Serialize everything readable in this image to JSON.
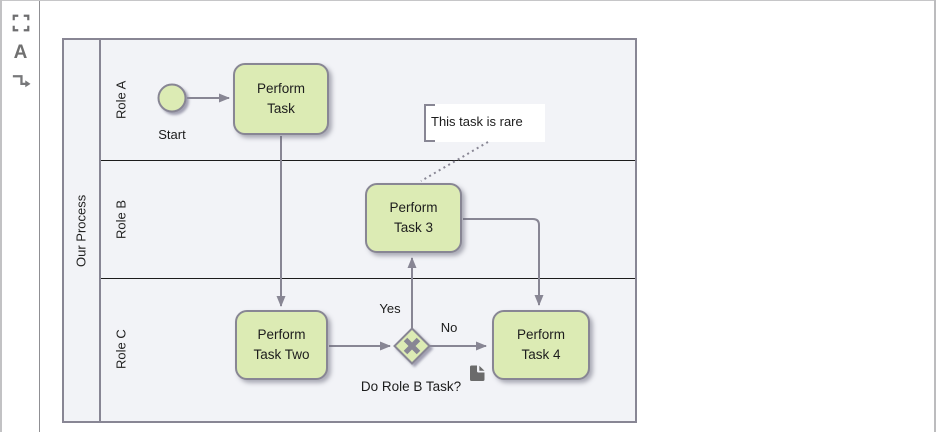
{
  "left_toolbar": {
    "items": [
      {
        "icon": "fit-to-screen-icon"
      },
      {
        "icon": "text-tool-icon",
        "label": "A"
      },
      {
        "icon": "elbow-connector-icon"
      }
    ]
  },
  "right_toolbar": {
    "items": [
      {
        "icon": "workflow-settings-icon"
      },
      {
        "icon": "document-info-icon"
      },
      {
        "icon": "list-icon"
      },
      {
        "icon": "document-icon"
      },
      {
        "icon": "history-icon"
      },
      {
        "icon": "font-style-icon"
      },
      {
        "icon": "clipboard-settings-icon"
      }
    ]
  },
  "diagram": {
    "pool": {
      "label": "Our Process",
      "lanes": [
        {
          "label": "Role A"
        },
        {
          "label": "Role B"
        },
        {
          "label": "Role C"
        }
      ]
    },
    "nodes": {
      "start_event": {
        "type": "start-event",
        "label": "Start"
      },
      "task_1": {
        "type": "task",
        "label": "Perform\nTask"
      },
      "task_2": {
        "type": "task",
        "label": "Perform\nTask Two"
      },
      "task_3": {
        "type": "task",
        "label": "Perform\nTask 3"
      },
      "task_4": {
        "type": "task",
        "label": "Perform\nTask 4"
      },
      "gateway": {
        "type": "exclusive-gateway",
        "label": "Do Role B Task?"
      },
      "annotation": {
        "type": "text-annotation",
        "text": "This task is rare"
      }
    },
    "flows": {
      "yes_label": "Yes",
      "no_label": "No"
    },
    "colors": {
      "node_fill": "#dcebb4",
      "node_stroke": "#888694",
      "lane_line": "#1c1c1c",
      "pool_fill": "#f2f3f7",
      "canvas": "#ffffff",
      "toolbar_icon": "#676767"
    }
  }
}
